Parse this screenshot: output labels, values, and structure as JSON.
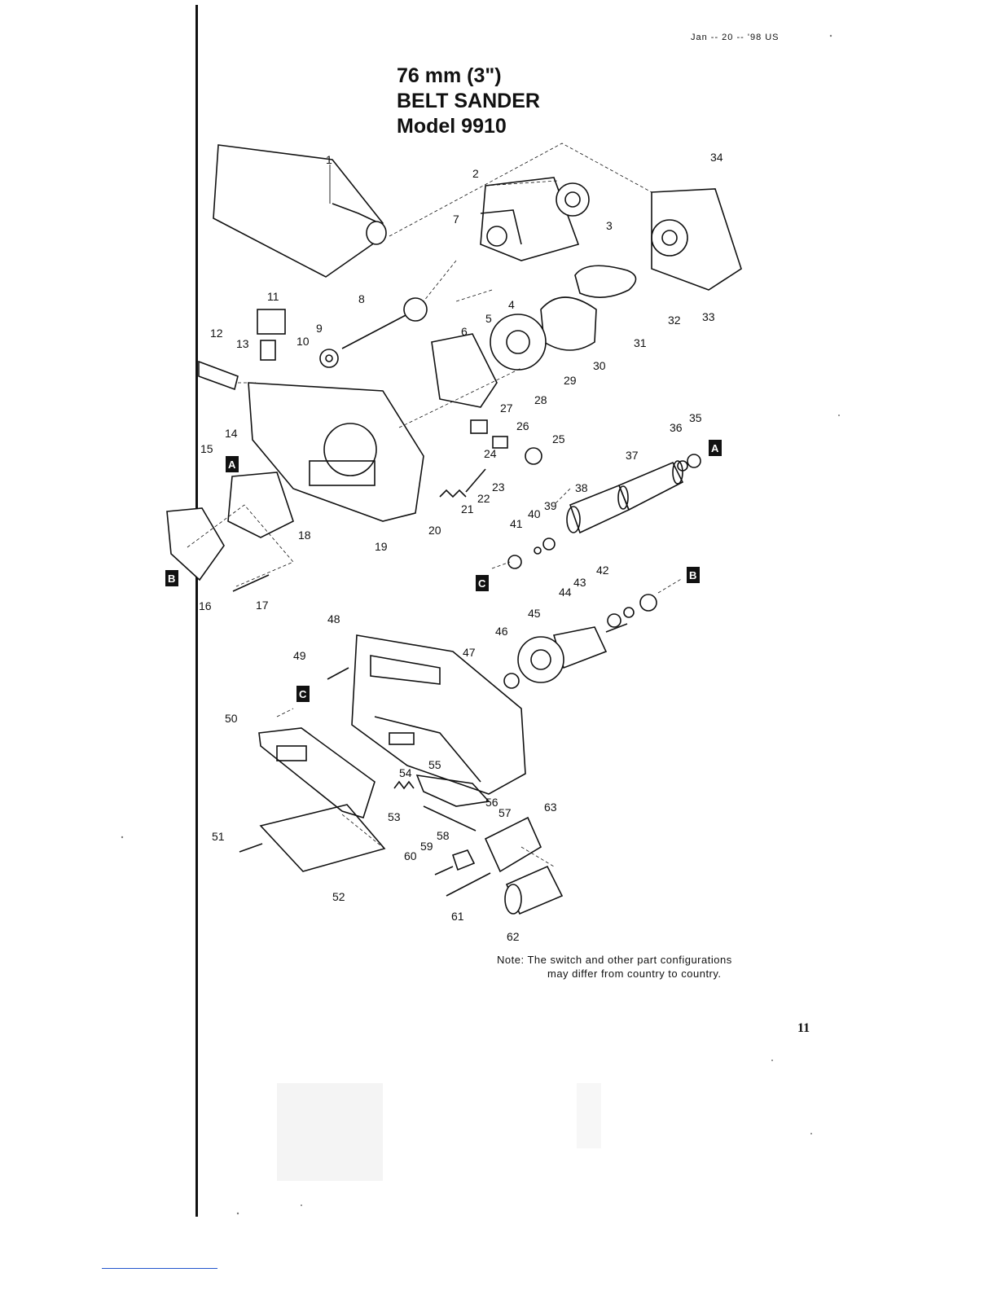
{
  "header": {
    "date_stamp": "Jan -- 20 -- '98 US"
  },
  "title": {
    "line1": "76 mm (3\")",
    "line2": "BELT SANDER",
    "line3": "Model 9910"
  },
  "ref_markers": [
    "A",
    "B",
    "C"
  ],
  "part_labels": [
    "1",
    "2",
    "3",
    "4",
    "5",
    "6",
    "7",
    "8",
    "9",
    "10",
    "11",
    "12",
    "13",
    "14",
    "15",
    "16",
    "17",
    "18",
    "19",
    "20",
    "21",
    "22",
    "23",
    "24",
    "25",
    "26",
    "27",
    "28",
    "29",
    "30",
    "31",
    "32",
    "33",
    "34",
    "35",
    "36",
    "37",
    "38",
    "39",
    "40",
    "41",
    "42",
    "43",
    "44",
    "45",
    "46",
    "47",
    "48",
    "49",
    "50",
    "51",
    "52",
    "53",
    "54",
    "55",
    "56",
    "57",
    "58",
    "59",
    "60",
    "61",
    "62",
    "63"
  ],
  "note": {
    "line1": "Note: The switch and other part configurations",
    "line2": "may differ from country to country."
  },
  "page_number": "11"
}
